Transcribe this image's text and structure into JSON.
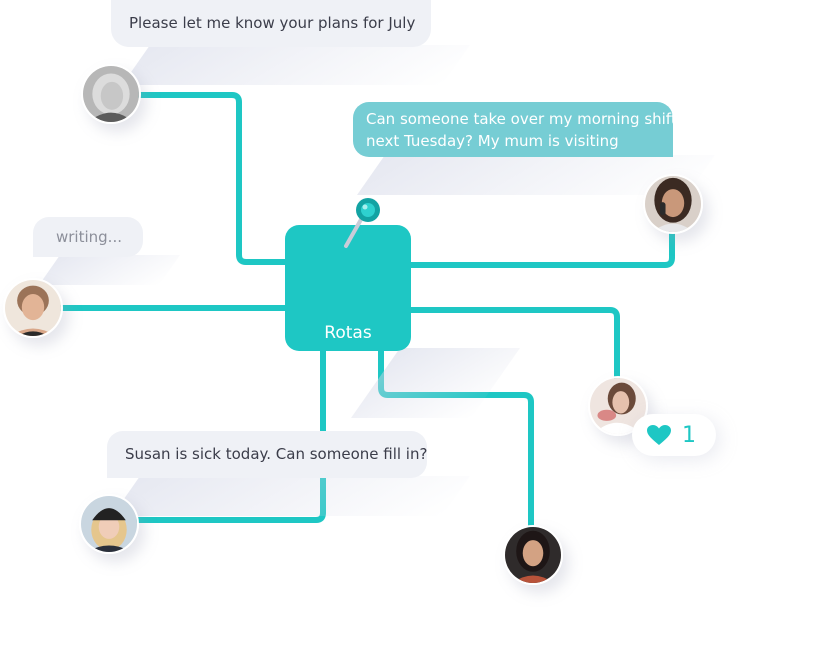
{
  "hub": {
    "label": "Rotas"
  },
  "messages": {
    "july": "Please let me know your plans for July",
    "shift_line1": "Can someone take over my morning shift",
    "shift_line2": "next Tuesday? My mum is visiting",
    "writing": "writing...",
    "susan": "Susan is sick today. Can someone fill in?"
  },
  "reaction": {
    "icon": "heart-icon",
    "count": "1"
  },
  "colors": {
    "accent": "#1ec7c4",
    "bubble": "#eff1f6",
    "bubble_highlight": "#76cdd4",
    "text": "#3b3d4a"
  }
}
